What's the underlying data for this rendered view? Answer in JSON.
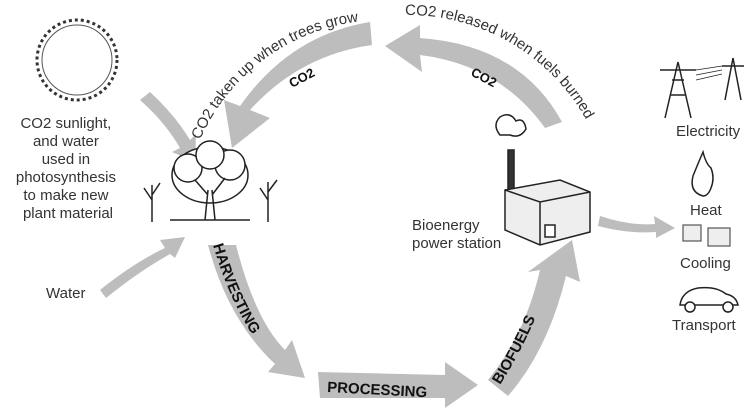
{
  "top_left_label": "CO2 taken up when trees grow",
  "top_right_label": "CO2 released when fuels burned",
  "arrow_co2_left": "CO2",
  "arrow_co2_right": "CO2",
  "photosynthesis_text": [
    "CO2 sunlight,",
    "and water",
    "used in",
    "photosynthesis",
    "to make new",
    "plant material"
  ],
  "water_label": "Water",
  "station_label": [
    "Bioenergy",
    "power station"
  ],
  "stages": {
    "harvesting": "HARVESTING",
    "processing": "PROCESSING",
    "biofuels": "BIOFUELS"
  },
  "outputs": [
    "Electricity",
    "Heat",
    "Cooling",
    "Transport"
  ],
  "colors": {
    "arrow": "#bdbdbd",
    "text": "#333333"
  }
}
